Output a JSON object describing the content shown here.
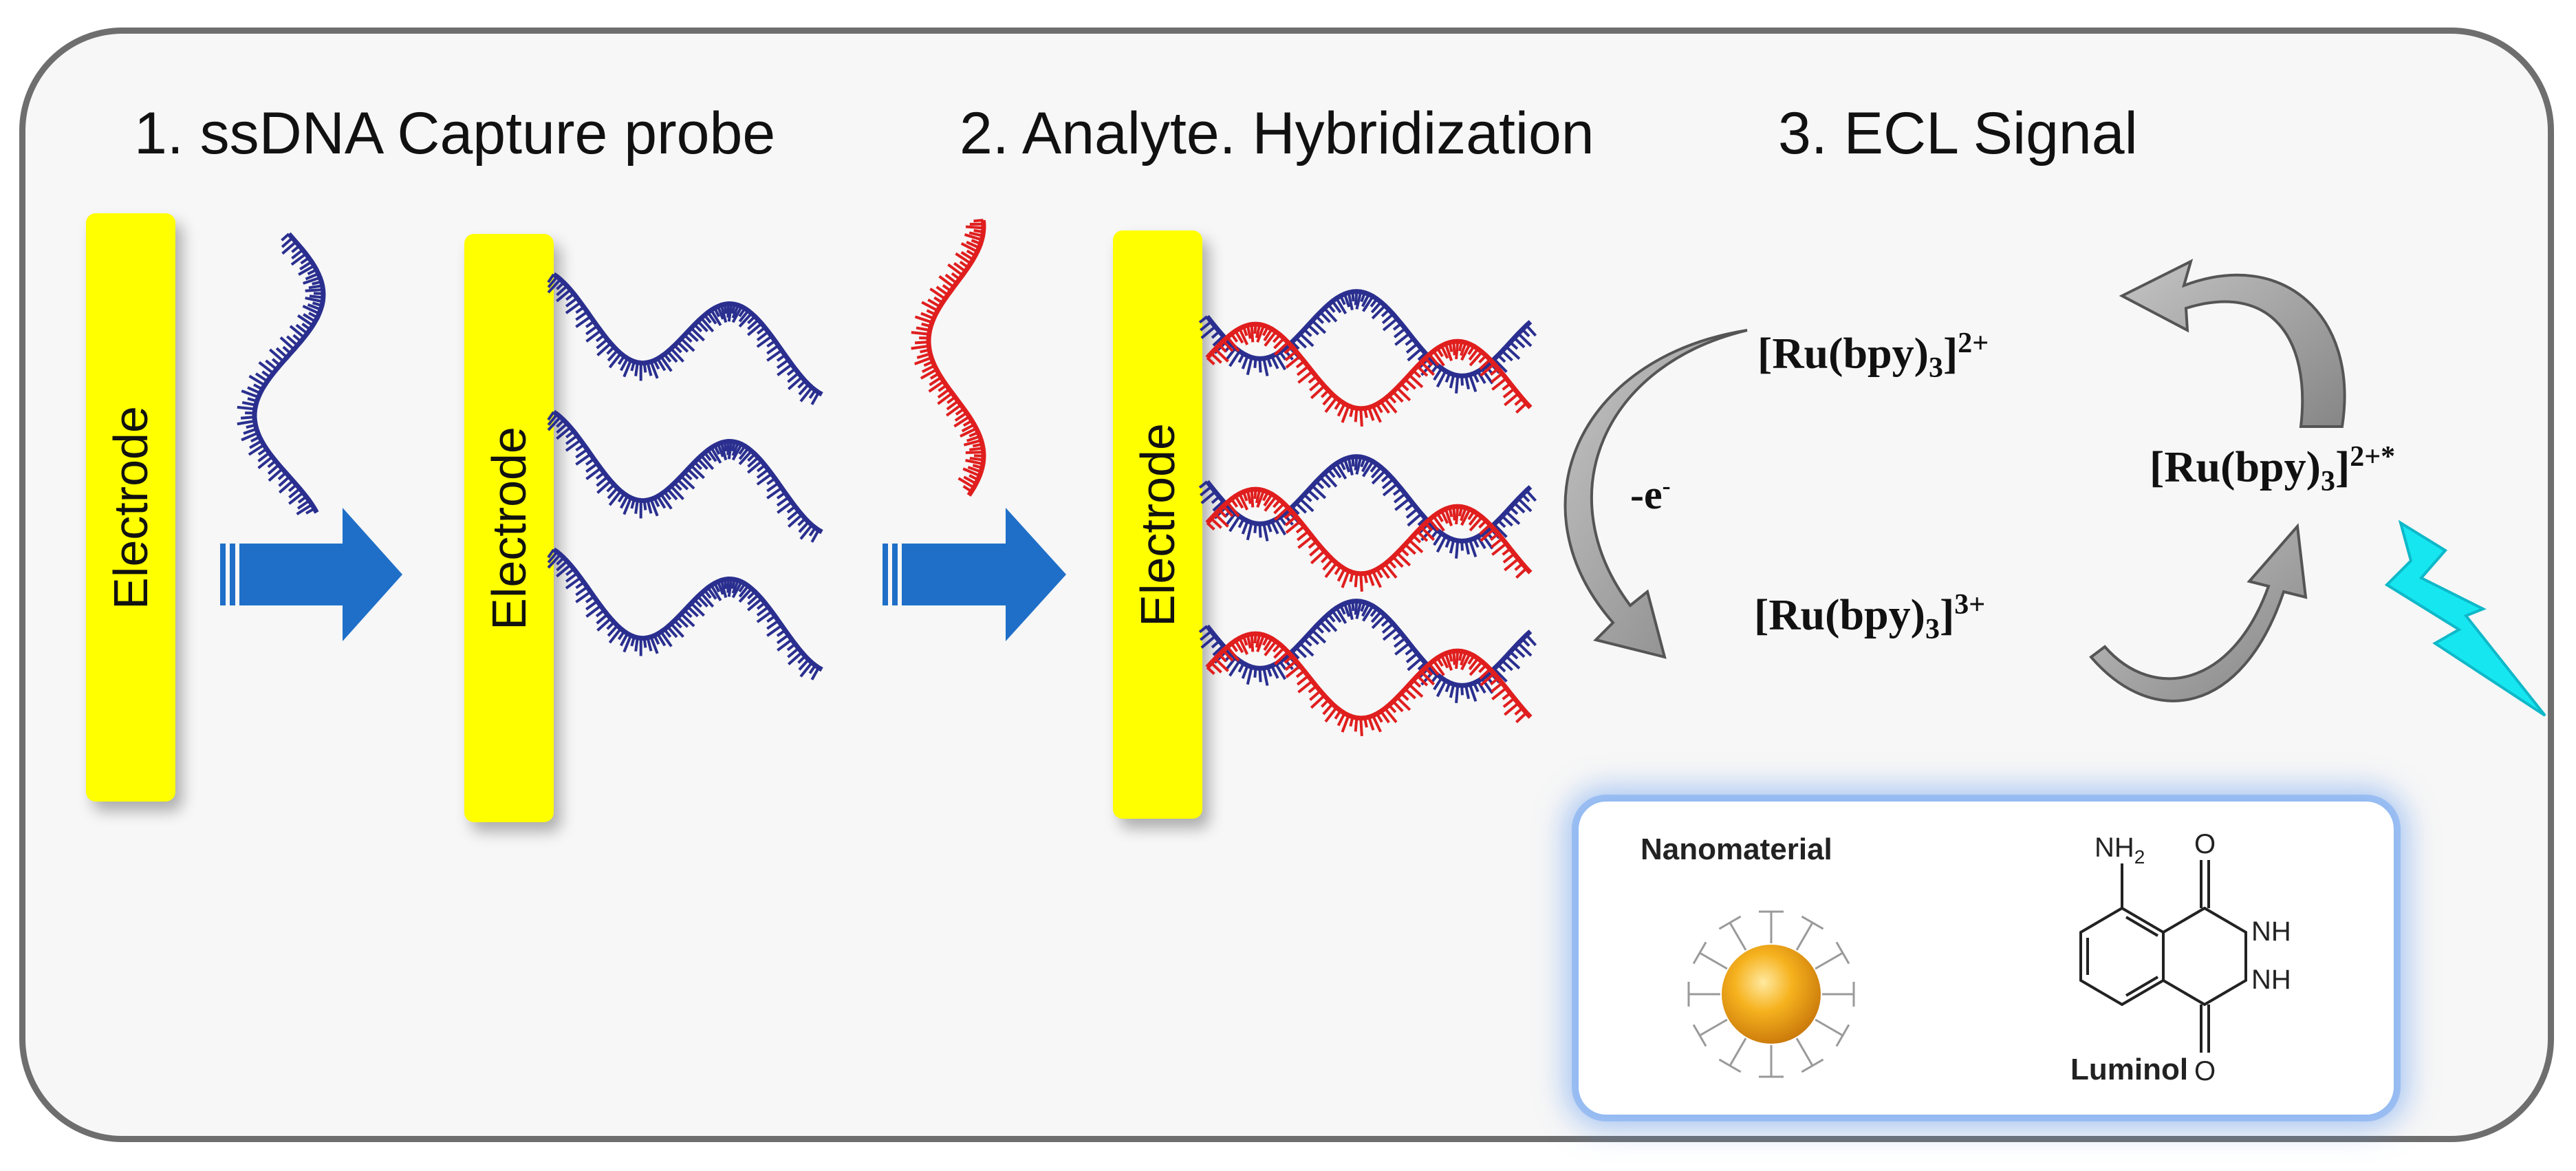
{
  "steps": {
    "step1": "1. ssDNA Capture probe",
    "step2": "2. Analyte. Hybridization",
    "step3": "3. ECL Signal"
  },
  "electrode_label": "Electrode",
  "cycle": {
    "ru_prefix": "[Ru(bpy)",
    "ru_subscript": "3",
    "ru_suffix": "]",
    "charge_2plus": "2+",
    "charge_3plus": "3+",
    "charge_2plus_star": "2+*",
    "oxidation_label": "-e",
    "oxidation_superscript": "-"
  },
  "legend": {
    "nanomaterial": "Nanomaterial",
    "luminol": "Luminol",
    "nh2": "NH",
    "nh2_sub": "2",
    "oxygen": "O",
    "nh": "NH"
  },
  "colors": {
    "electrode": "#ffff00",
    "probe_strand": "#2a2f8f",
    "target_strand": "#e01e1e",
    "flow_arrow": "#1f6fc8",
    "cycle_arrow": "#9a9a9a",
    "light_bolt": "#16e6f0",
    "legend_glow": "#6fa0f0"
  }
}
